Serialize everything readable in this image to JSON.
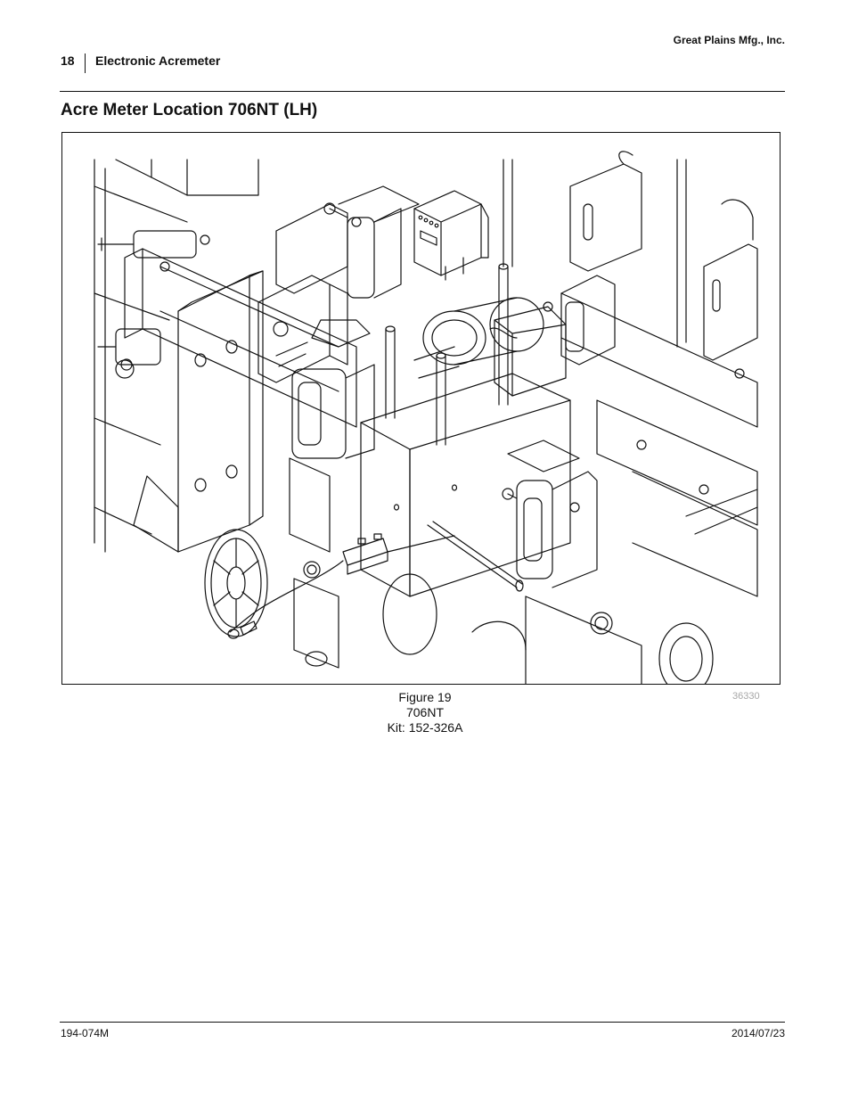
{
  "header": {
    "company": "Great Plains Mfg., Inc.",
    "page_number": "18",
    "section": "Electronic Acremeter"
  },
  "title": "Acre Meter Location 706NT (LH)",
  "figure": {
    "caption_lines": [
      "Figure 19",
      "706NT",
      "Kit: 152-326A"
    ],
    "reference_number": "36330"
  },
  "footer": {
    "document_number": "194-074M",
    "date": "2014/07/23"
  }
}
